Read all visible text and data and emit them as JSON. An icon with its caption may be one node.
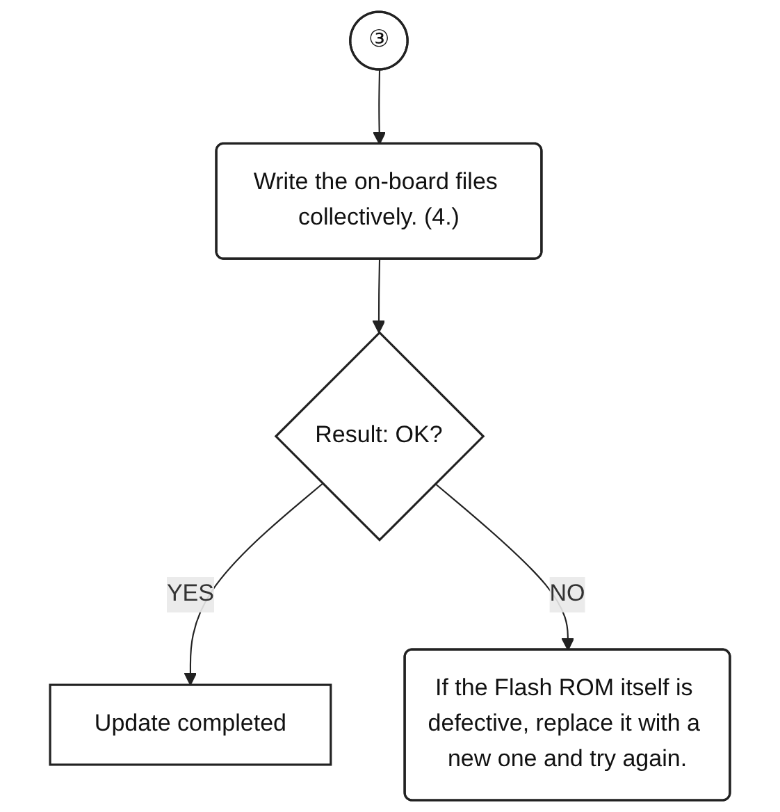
{
  "diagram": {
    "nodes": [
      {
        "text": [
          "③"
        ]
      },
      {
        "text": [
          "Write the on-board files collectively. (4.)"
        ]
      },
      {
        "text": [
          "Result: OK?"
        ]
      },
      {
        "text": [
          "Update completed"
        ]
      },
      {
        "text": [
          "If the Flash ROM itself is defective, replace it with a new one and try again."
        ]
      }
    ],
    "edges": [
      {
        "from": 0,
        "to": 1,
        "arrow": "to"
      },
      {
        "from": 1,
        "to": 2,
        "arrow": "to"
      },
      {
        "from": 2,
        "to": 3,
        "arrow": "to",
        "label": "YES"
      },
      {
        "from": 2,
        "to": 4,
        "arrow": "to",
        "label": "NO"
      }
    ]
  }
}
